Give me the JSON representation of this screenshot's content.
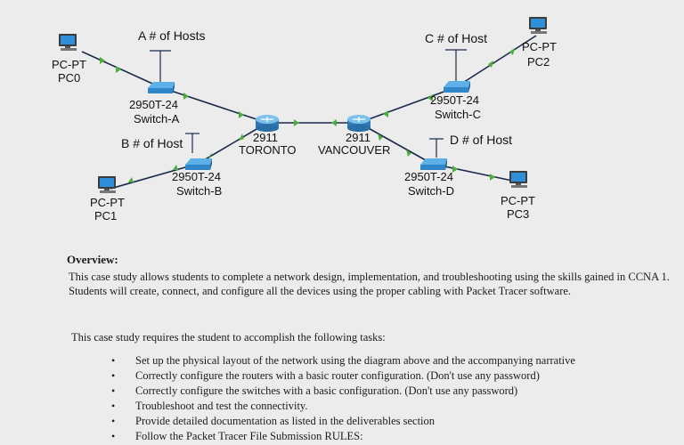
{
  "diagram": {
    "pc_type": "PC-PT",
    "switch_model": "2950T-24",
    "router_model": "2911",
    "pcs": {
      "pc0": "PC0",
      "pc1": "PC1",
      "pc2": "PC2",
      "pc3": "PC3"
    },
    "switches": {
      "a": "Switch-A",
      "b": "Switch-B",
      "c": "Switch-C",
      "d": "Switch-D"
    },
    "routers": {
      "toronto": "TORONTO",
      "vancouver": "VANCOUVER"
    },
    "host_labels": {
      "a": "A # of Hosts",
      "b": "B # of Host",
      "c": "C # of Host",
      "d": "D # of Host"
    },
    "colors": {
      "link": "#1a2a4a",
      "link_indicator": "#4caf3a",
      "switch": "#2f86c8",
      "router": "#3a8dc9",
      "pc_screen": "#2f8fd8"
    }
  },
  "overview": {
    "heading": "Overview:",
    "para1": "This case study allows students to complete a network design, implementation, and troubleshooting using the skills gained in CCNA 1. Students will create, connect, and configure all the devices using the proper cabling with Packet Tracer software.",
    "para2": "This case study requires the student to accomplish the following tasks:",
    "tasks": [
      "Set up the physical layout of the network using the diagram above and the accompanying narrative",
      "Correctly configure the routers with a basic router configuration. (Don't use any password)",
      "Correctly configure the switches with a basic configuration. (Don't use any password)",
      "Troubleshoot and test the connectivity.",
      "Provide detailed documentation as listed in the deliverables section",
      "Follow the Packet Tracer File Submission RULES:"
    ]
  }
}
